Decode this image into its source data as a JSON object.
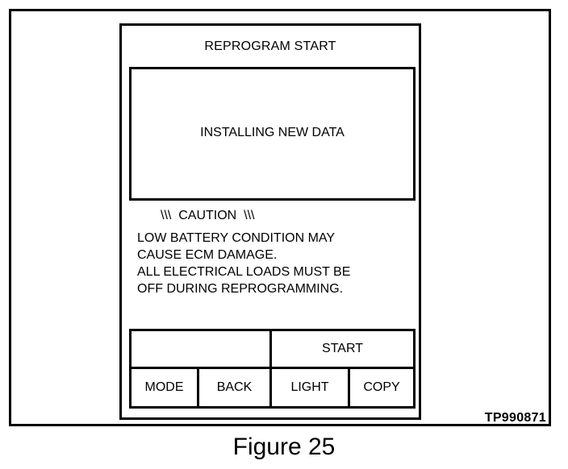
{
  "screen": {
    "title": "REPROGRAM START",
    "message": "INSTALLING NEW DATA"
  },
  "caution": {
    "heading": "\\\\\\  CAUTION  \\\\\\",
    "lines": [
      "LOW BATTERY CONDITION MAY",
      "CAUSE ECM DAMAGE.",
      "ALL ELECTRICAL LOADS MUST BE",
      "OFF DURING REPROGRAMMING."
    ]
  },
  "softkeys": {
    "top_left": "",
    "start": "START",
    "mode": "MODE",
    "back": "BACK",
    "light": "LIGHT",
    "copy": "COPY"
  },
  "figure": {
    "code": "TP990871",
    "caption": "Figure 25"
  }
}
